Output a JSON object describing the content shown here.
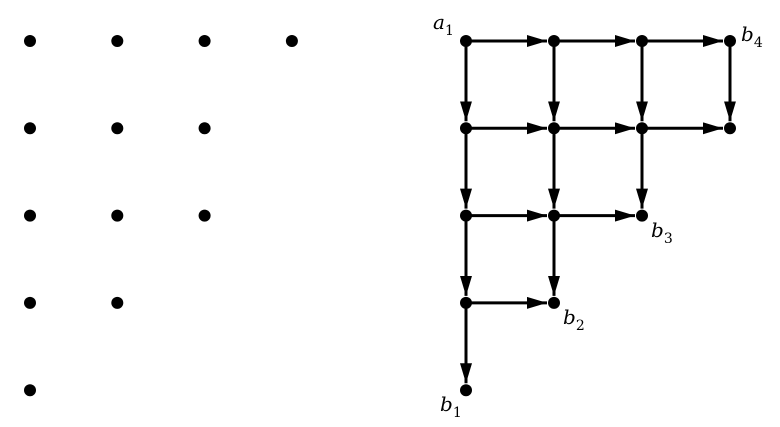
{
  "left_diagram": {
    "row_counts": [
      4,
      3,
      3,
      2,
      1
    ]
  },
  "right_diagram": {
    "rows": 5,
    "cols": 4,
    "edge_color": "#000000",
    "dot_color": "#000000",
    "labels": {
      "source": {
        "base": "a",
        "sub": "1"
      },
      "sinks": [
        {
          "base": "b",
          "sub": "1"
        },
        {
          "base": "b",
          "sub": "2"
        },
        {
          "base": "b",
          "sub": "3"
        },
        {
          "base": "b",
          "sub": "4"
        }
      ]
    }
  }
}
